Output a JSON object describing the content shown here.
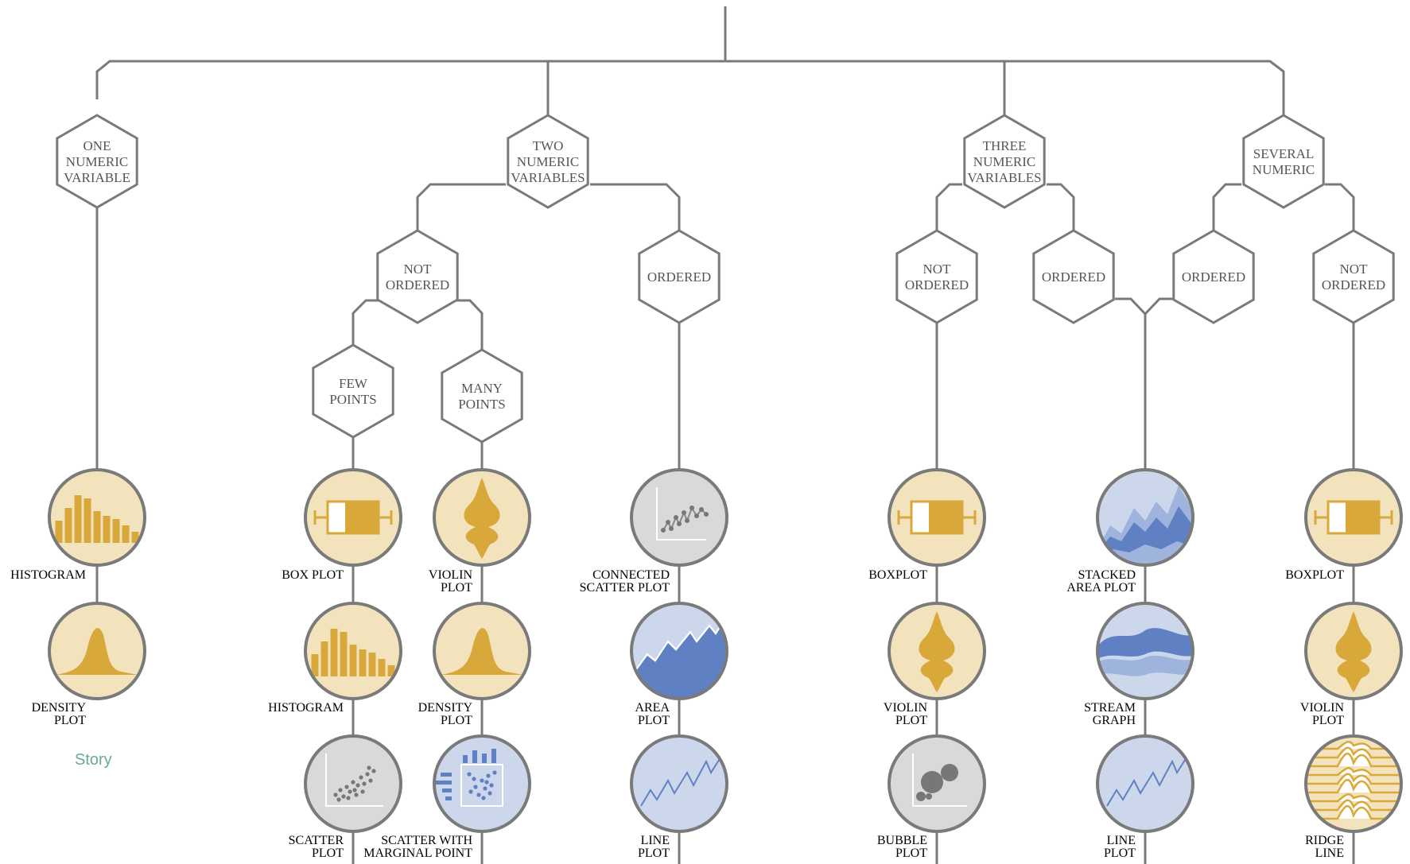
{
  "nodes": {
    "one_numeric": [
      "ONE",
      "NUMERIC",
      "VARIABLE"
    ],
    "two_numeric": [
      "TWO",
      "NUMERIC",
      "VARIABLES"
    ],
    "three_numeric": [
      "THREE",
      "NUMERIC",
      "VARIABLES"
    ],
    "several_numeric": [
      "SEVERAL",
      "NUMERIC"
    ],
    "two_not_ordered": [
      "NOT",
      "ORDERED"
    ],
    "two_ordered": [
      "ORDERED"
    ],
    "few_points": [
      "FEW",
      "POINTS"
    ],
    "many_points": [
      "MANY",
      "POINTS"
    ],
    "three_not_ordered": [
      "NOT",
      "ORDERED"
    ],
    "three_ordered": [
      "ORDERED"
    ],
    "several_ordered": [
      "ORDERED"
    ],
    "several_not_ordered": [
      "NOT",
      "ORDERED"
    ]
  },
  "labels": {
    "histogram_1": [
      "HISTOGRAM"
    ],
    "density_1": [
      "DENSITY",
      "PLOT"
    ],
    "boxplot_few": [
      "BOX PLOT"
    ],
    "histogram_few": [
      "HISTOGRAM"
    ],
    "scatter_few": [
      "SCATTER",
      "PLOT"
    ],
    "violin_many": [
      "VIOLIN",
      "PLOT"
    ],
    "density_many": [
      "DENSITY",
      "PLOT"
    ],
    "scatter_marginal": [
      "SCATTER WITH",
      "MARGINAL POINT"
    ],
    "connected_scatter": [
      "CONNECTED",
      "SCATTER PLOT"
    ],
    "area_plot": [
      "AREA",
      "PLOT"
    ],
    "line_plot_2": [
      "LINE",
      "PLOT"
    ],
    "boxplot_three": [
      "BOXPLOT"
    ],
    "violin_three": [
      "VIOLIN",
      "PLOT"
    ],
    "bubble_plot": [
      "BUBBLE",
      "PLOT"
    ],
    "stacked_area": [
      "STACKED",
      "AREA PLOT"
    ],
    "stream_graph": [
      "STREAM",
      "GRAPH"
    ],
    "line_plot_3": [
      "LINE",
      "PLOT"
    ],
    "boxplot_several": [
      "BOXPLOT"
    ],
    "violin_several": [
      "VIOLIN",
      "PLOT"
    ],
    "ridge_line": [
      "RIDGE",
      "LINE"
    ]
  },
  "story_link": "Story",
  "colors": {
    "line": "#7a7a7a",
    "yellow_fill": "#f3e3bd",
    "blue_fill": "#cdd7ec",
    "grey_fill": "#d9d9d9",
    "gold": "#d9a83a",
    "blue": "#5f80c2",
    "story": "#6aa898"
  }
}
